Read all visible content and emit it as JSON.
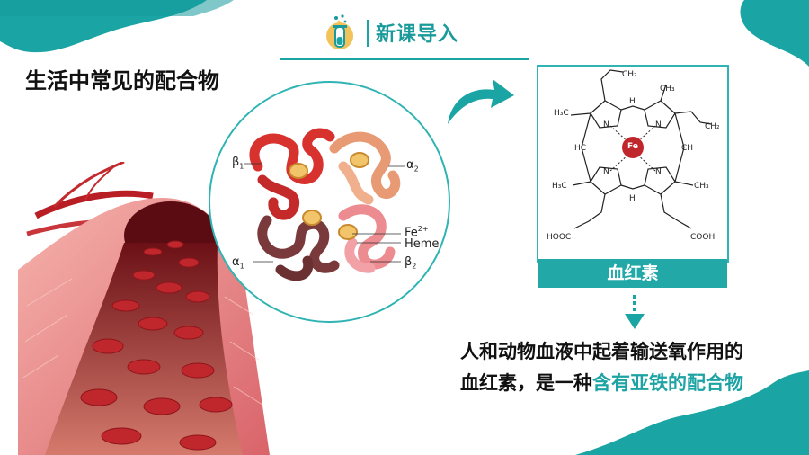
{
  "header": {
    "title": "新课导入"
  },
  "lead": "生活中常见的配合物",
  "diagram": {
    "labels": {
      "beta1": "β",
      "beta1_sub": "1",
      "alpha2": "α",
      "alpha2_sub": "2",
      "alpha1": "α",
      "alpha1_sub": "1",
      "beta2": "β",
      "beta2_sub": "2",
      "fe": "Fe",
      "fe_sup": "2+",
      "heme": "Heme"
    }
  },
  "structure": {
    "center": "Fe",
    "h3c_1": "H₃C",
    "vinyl_1": "CH₂",
    "vinyl_2": "CH₂",
    "h3c_2": "H₃C",
    "ch3_1": "CH₃",
    "ch3_2": "CH₃",
    "hc_1": "HC",
    "ch_1": "CH",
    "h_1": "H",
    "h_2": "H",
    "n_1": "N",
    "n_2": "N",
    "n_3": "N",
    "n_4": "N",
    "hooc": "HOOC",
    "cooh": "COOH"
  },
  "caption": "血红素",
  "description": {
    "line1": "人和动物血液中起着输送氧作用的",
    "line2_plain": "血红素，是一种",
    "line2_highlight": "含有亚铁的配合物"
  },
  "colors": {
    "teal": "#1aa4a4",
    "red_cell": "#c0272d",
    "vessel": "#e87a7a"
  }
}
